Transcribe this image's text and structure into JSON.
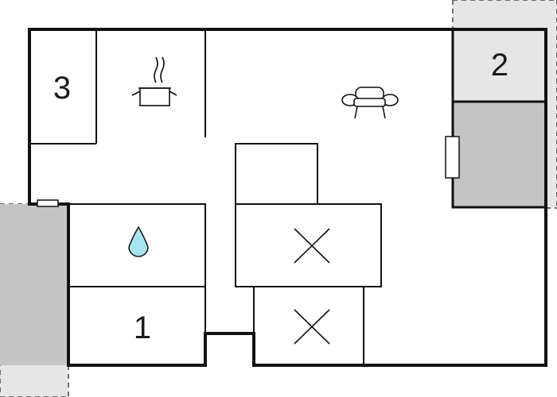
{
  "rooms": [
    {
      "id": "room-3",
      "label": "3"
    },
    {
      "id": "room-2",
      "label": "2"
    },
    {
      "id": "room-1",
      "label": "1"
    }
  ],
  "icons": {
    "kitchen": "cooking-pot-icon",
    "living": "sofa-icon",
    "bathroom": "water-drop-icon",
    "bed_upper": "cross-icon",
    "bed_lower": "cross-icon"
  },
  "colors": {
    "wall": "#111111",
    "outdoor_fill": "#c4c4c4",
    "outdoor_light": "#e6e6e6",
    "water": "#a8e4f0",
    "dashed": "#444444"
  }
}
